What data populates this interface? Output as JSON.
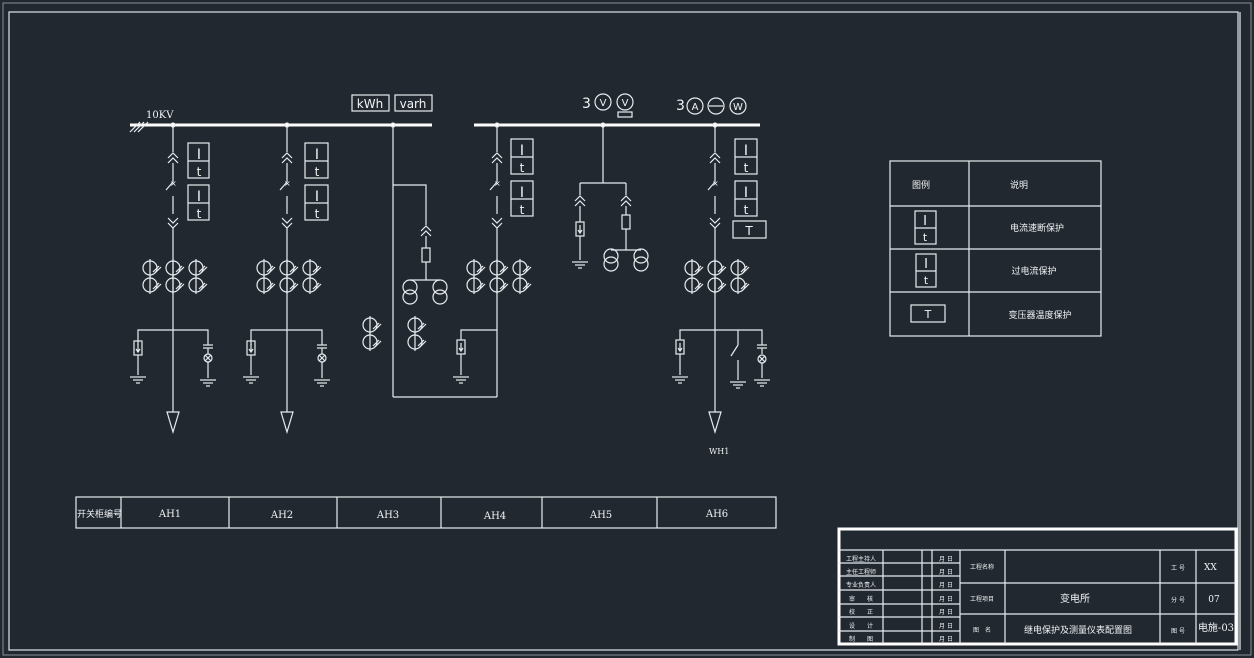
{
  "busbar": {
    "voltage_label": "10KV",
    "meter_kwh": "kWh",
    "meter_varh": "varh",
    "voltmeter_prefix": "3",
    "ammeter_prefix": "3",
    "volt_symbol": "V",
    "volt_sub_symbol": "V",
    "amp_symbol": "A",
    "watt_symbol": "W",
    "outgoing_label": "WH1"
  },
  "relay_symbols": {
    "current": "I",
    "time": "t",
    "temperature": "T"
  },
  "legend": {
    "header_symbol": "图例",
    "header_desc": "说明",
    "rows": [
      {
        "desc": "电流速断保护"
      },
      {
        "desc": "过电流保护"
      },
      {
        "desc": "变压器温度保护"
      }
    ]
  },
  "cabinet_table": {
    "header": "开关柜编号",
    "cells": [
      "AH1",
      "AH2",
      "AH3",
      "AH4",
      "AH5",
      "AH6"
    ]
  },
  "title_block": {
    "roles": [
      "工程主持人",
      "主任工程师",
      "专业负责人",
      "审　　核",
      "校　　正",
      "设　　计",
      "制　　图"
    ],
    "date_label": "月 日",
    "project_name_label": "工程名称",
    "project_item_label": "工程项目",
    "drawing_name_label": "图　名",
    "project_item_value": "变电所",
    "drawing_name_value": "继电保护及测量仪表配置图",
    "stage_label": "工 号",
    "stage_value": "XX",
    "sheet_label": "分 号",
    "sheet_value": "07",
    "drawing_no_label": "图 号",
    "drawing_no_value": "电施-03"
  }
}
